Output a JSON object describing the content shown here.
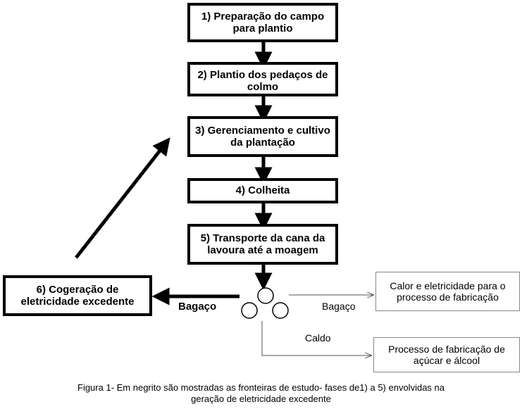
{
  "steps": {
    "s1": "1) Preparação do campo para plantio",
    "s2": "2) Plantio dos pedaços de colmo",
    "s3": "3) Gerenciamento e cultivo da plantação",
    "s4": "4) Colheita",
    "s5": "5) Transporte da cana da lavoura até a moagem",
    "s6": "6) Cogeração de eletricidade excedente"
  },
  "outputs": {
    "heat": "Calor e eletricidade para o processo de fabricação",
    "process": "Processo de fabricação de açúcar e álcool"
  },
  "labels": {
    "bagaco_bold": "Bagaço",
    "bagaco": "Bagaço",
    "caldo": "Caldo"
  },
  "caption": {
    "line1": "Figura 1- Em negrito são mostradas as fronteiras de estudo- fases de1) a 5) envolvidas na",
    "line2": "geração de eletricidade excedente"
  }
}
